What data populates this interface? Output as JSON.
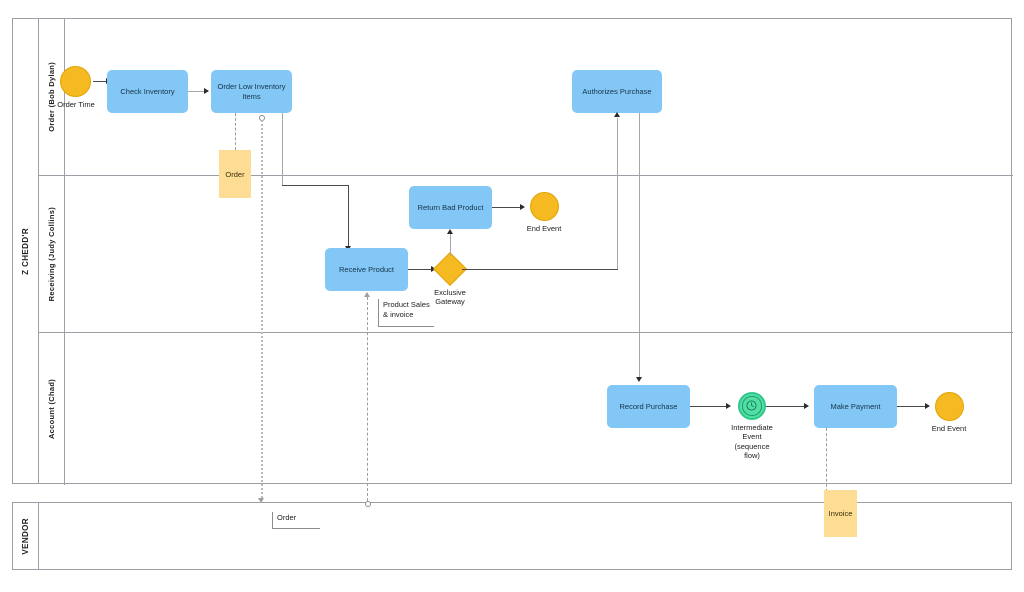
{
  "diagram": {
    "type": "bpmn-collaboration",
    "colors": {
      "task_fill": "#82C7F5",
      "event_fill": "#F5B921",
      "intermediate_fill": "#55DDA6",
      "data_object_fill": "#FCDD93",
      "lane_border": "#9aa0a6",
      "flow": "#4a4a4a"
    }
  },
  "pools": [
    {
      "id": "pool-main",
      "label": "Z CHEDD'R",
      "lanes": [
        {
          "id": "lane-order",
          "label": "Order (Bob Dylan)"
        },
        {
          "id": "lane-receiving",
          "label": "Receiving (Judy Collins)"
        },
        {
          "id": "lane-account",
          "label": "Account (Chad)"
        }
      ]
    },
    {
      "id": "pool-vendor",
      "label": "VENDOR",
      "lanes": []
    }
  ],
  "nodes": {
    "start_order_time": {
      "label": "Order Time",
      "type": "start-event",
      "lane": "lane-order"
    },
    "check_inventory": {
      "label": "Check Inventory",
      "type": "task",
      "lane": "lane-order"
    },
    "order_low_inventory": {
      "label": "Order Low Inventory Items",
      "type": "task",
      "lane": "lane-order"
    },
    "authorizes_purchase": {
      "label": "Authorizes Purchase",
      "type": "task",
      "lane": "lane-order"
    },
    "receive_product": {
      "label": "Receive Product",
      "type": "task",
      "lane": "lane-receiving"
    },
    "return_bad_product": {
      "label": "Return Bad Product",
      "type": "task",
      "lane": "lane-receiving"
    },
    "exclusive_gateway": {
      "label": "Exclusive Gateway",
      "type": "exclusive-gateway",
      "lane": "lane-receiving"
    },
    "end_event_receiving": {
      "label": "End Event",
      "type": "end-event",
      "lane": "lane-receiving"
    },
    "record_purchase": {
      "label": "Record Purchase",
      "type": "task",
      "lane": "lane-account"
    },
    "intermediate_event": {
      "label": "Intermediate Event (sequence flow)",
      "type": "intermediate-timer-event",
      "lane": "lane-account"
    },
    "make_payment": {
      "label": "Make Payment",
      "type": "task",
      "lane": "lane-account"
    },
    "end_event_account": {
      "label": "End Event",
      "type": "end-event",
      "lane": "lane-account"
    }
  },
  "data_objects": [
    {
      "id": "order_top",
      "label": "Order"
    },
    {
      "id": "order_vendor",
      "label": "Order"
    },
    {
      "id": "invoice",
      "label": "Invoice"
    }
  ],
  "annotations": [
    {
      "id": "product_sales_invoice",
      "label": "Product Sales & invoice"
    }
  ],
  "labels": {
    "start_order_time": "Order Time",
    "end_event_receiving": "End Event",
    "end_event_account": "End Event",
    "exclusive_gateway": "Exclusive Gateway",
    "intermediate_event": "Intermediate Event (sequence flow)"
  }
}
